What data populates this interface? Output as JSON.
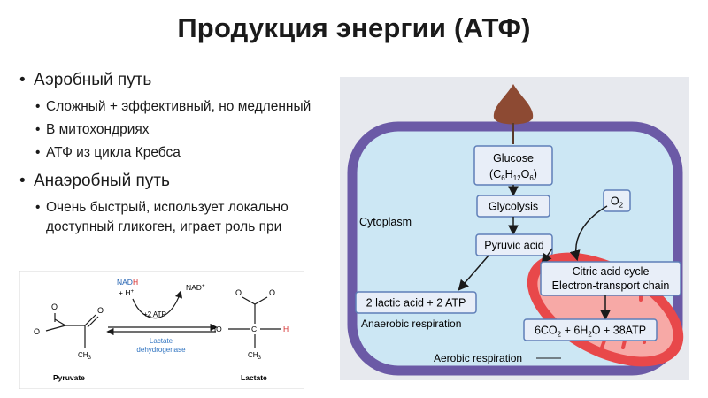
{
  "title": "Продукция энергии (АТФ)",
  "bullets": {
    "aerobic": {
      "heading": "Аэробный путь",
      "items": [
        "Сложный + эффективный, но медленный",
        "В митохондриях",
        "АТФ из цикла Кребса"
      ]
    },
    "anaerobic": {
      "heading": "Анаэробный путь",
      "items": [
        "Очень быстрый, использует локально доступный гликоген, играет роль при"
      ]
    }
  },
  "diagram": {
    "glucose_label": "Glucose",
    "glucose_formula": {
      "c": "C",
      "c_sub": "6",
      "h": "H",
      "h_sub": "12",
      "o": "O",
      "o_sub": "6"
    },
    "glycolysis": "Glycolysis",
    "pyruvic_acid": "Pyruvic acid",
    "oxygen": {
      "o": "O",
      "sub": "2"
    },
    "citric_line1": "Citric acid cycle",
    "citric_line2": "Electron-transport chain",
    "lactic": "2 lactic acid + 2 ATP",
    "anaerobic_label": "Anaerobic respiration",
    "products": {
      "a": "6CO",
      "a_sub": "2",
      "b": " + 6H",
      "b_sub": "2",
      "c": "O + 38ATP"
    },
    "aerobic_label": "Aerobic respiration",
    "cytoplasm": "Cytoplasm",
    "colors": {
      "cell_fill": "#cce7f4",
      "cell_border": "#6b5aa6",
      "box_fill": "#e8eef8",
      "box_border": "#5e7fb8",
      "mito_outer": "#e8484a",
      "mito_inner": "#f7a9a6",
      "glucose_drop": "#8d4a33",
      "backdrop": "#e7e9ee"
    }
  },
  "reaction": {
    "nadh_nad": "NAD",
    "nadh_h": "H",
    "h_plus": "+ H",
    "h_plus_sup": "+",
    "nad_out": "NAD",
    "nad_out_sup": "+",
    "atp": "+2 ATP",
    "enzyme_line1": "Lactate",
    "enzyme_line2": "dehydrogenase",
    "ho": "HO",
    "carbon": "C",
    "hydrogen": "H",
    "ch3": "CH",
    "ch3_sub": "3",
    "o": "O",
    "o_minus": "O",
    "pyruvate": "Pyruvate",
    "lactate": "Lactate",
    "colors": {
      "nadh": "#1f5fb0",
      "h_red": "#d52b2b",
      "oxygen_red": "#d52b2b",
      "enzyme": "#2f73c0"
    }
  }
}
